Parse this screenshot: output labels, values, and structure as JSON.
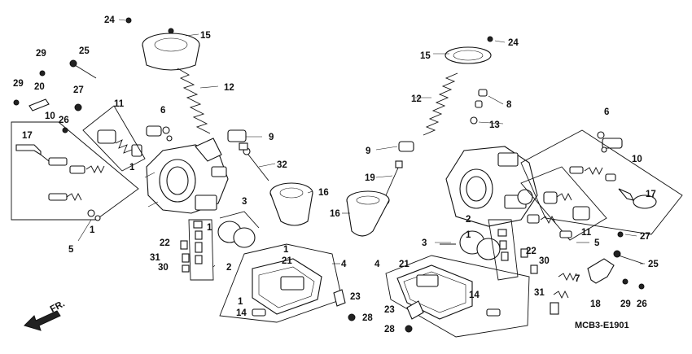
{
  "diagram": {
    "code": "MCB3-E1901",
    "direction_label": "FR.",
    "callouts": [
      "24",
      "15",
      "29",
      "25",
      "20",
      "29",
      "27",
      "12",
      "11",
      "10",
      "26",
      "6",
      "8",
      "13",
      "17",
      "9",
      "9",
      "1",
      "32",
      "19",
      "16",
      "16",
      "3",
      "2",
      "22",
      "31",
      "30",
      "4",
      "21",
      "21",
      "1",
      "14",
      "23",
      "28",
      "23",
      "28",
      "14",
      "22",
      "30",
      "31",
      "7",
      "18",
      "29",
      "26",
      "25",
      "27",
      "5",
      "11",
      "10",
      "17",
      "6",
      "24",
      "15",
      "12",
      "5",
      "1",
      "1",
      "1",
      "2",
      "3",
      "4",
      "1"
    ]
  }
}
